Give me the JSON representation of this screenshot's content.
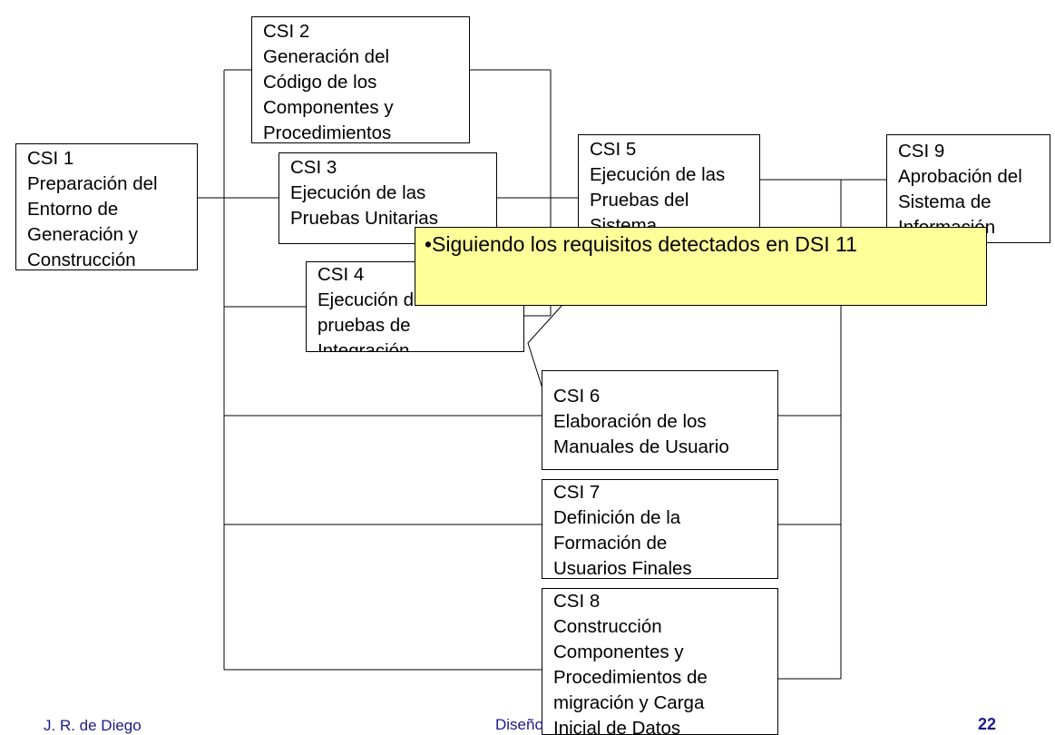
{
  "nodes": [
    {
      "id": "csi1",
      "title": "CSI 1",
      "lines": [
        "Preparación del",
        "Entorno de",
        "Generación y",
        "Construcción"
      ]
    },
    {
      "id": "csi2",
      "title": "CSI 2",
      "lines": [
        "Generación del",
        "Código de los",
        "Componentes y",
        "Procedimientos"
      ]
    },
    {
      "id": "csi3",
      "title": "CSI 3",
      "lines": [
        "Ejecución de las",
        "Pruebas Unitarias"
      ]
    },
    {
      "id": "csi4",
      "title": "CSI 4",
      "lines": [
        "Ejecución de las",
        "pruebas de",
        "Integración"
      ]
    },
    {
      "id": "csi5",
      "title": "CSI 5",
      "lines": [
        "Ejecución de las",
        "Pruebas del",
        "Sistema"
      ]
    },
    {
      "id": "csi6",
      "title": "CSI 6",
      "lines": [
        "Elaboración de los",
        "Manuales de Usuario"
      ]
    },
    {
      "id": "csi7",
      "title": "CSI 7",
      "lines": [
        "Definición de la",
        "Formación de",
        "Usuarios Finales"
      ]
    },
    {
      "id": "csi8",
      "title": "CSI 8",
      "lines": [
        "Construcción",
        "Componentes y",
        "Procedimientos de",
        "migración y Carga",
        "Inicial de Datos"
      ]
    },
    {
      "id": "csi9",
      "title": "CSI 9",
      "lines": [
        "Aprobación del",
        "Sistema de",
        "Información"
      ]
    }
  ],
  "callout": {
    "text": "•Siguiendo los requisitos detectados en DSI 11"
  },
  "footer": {
    "author": "J. R. de Diego",
    "title": "Diseño",
    "page": "22"
  }
}
